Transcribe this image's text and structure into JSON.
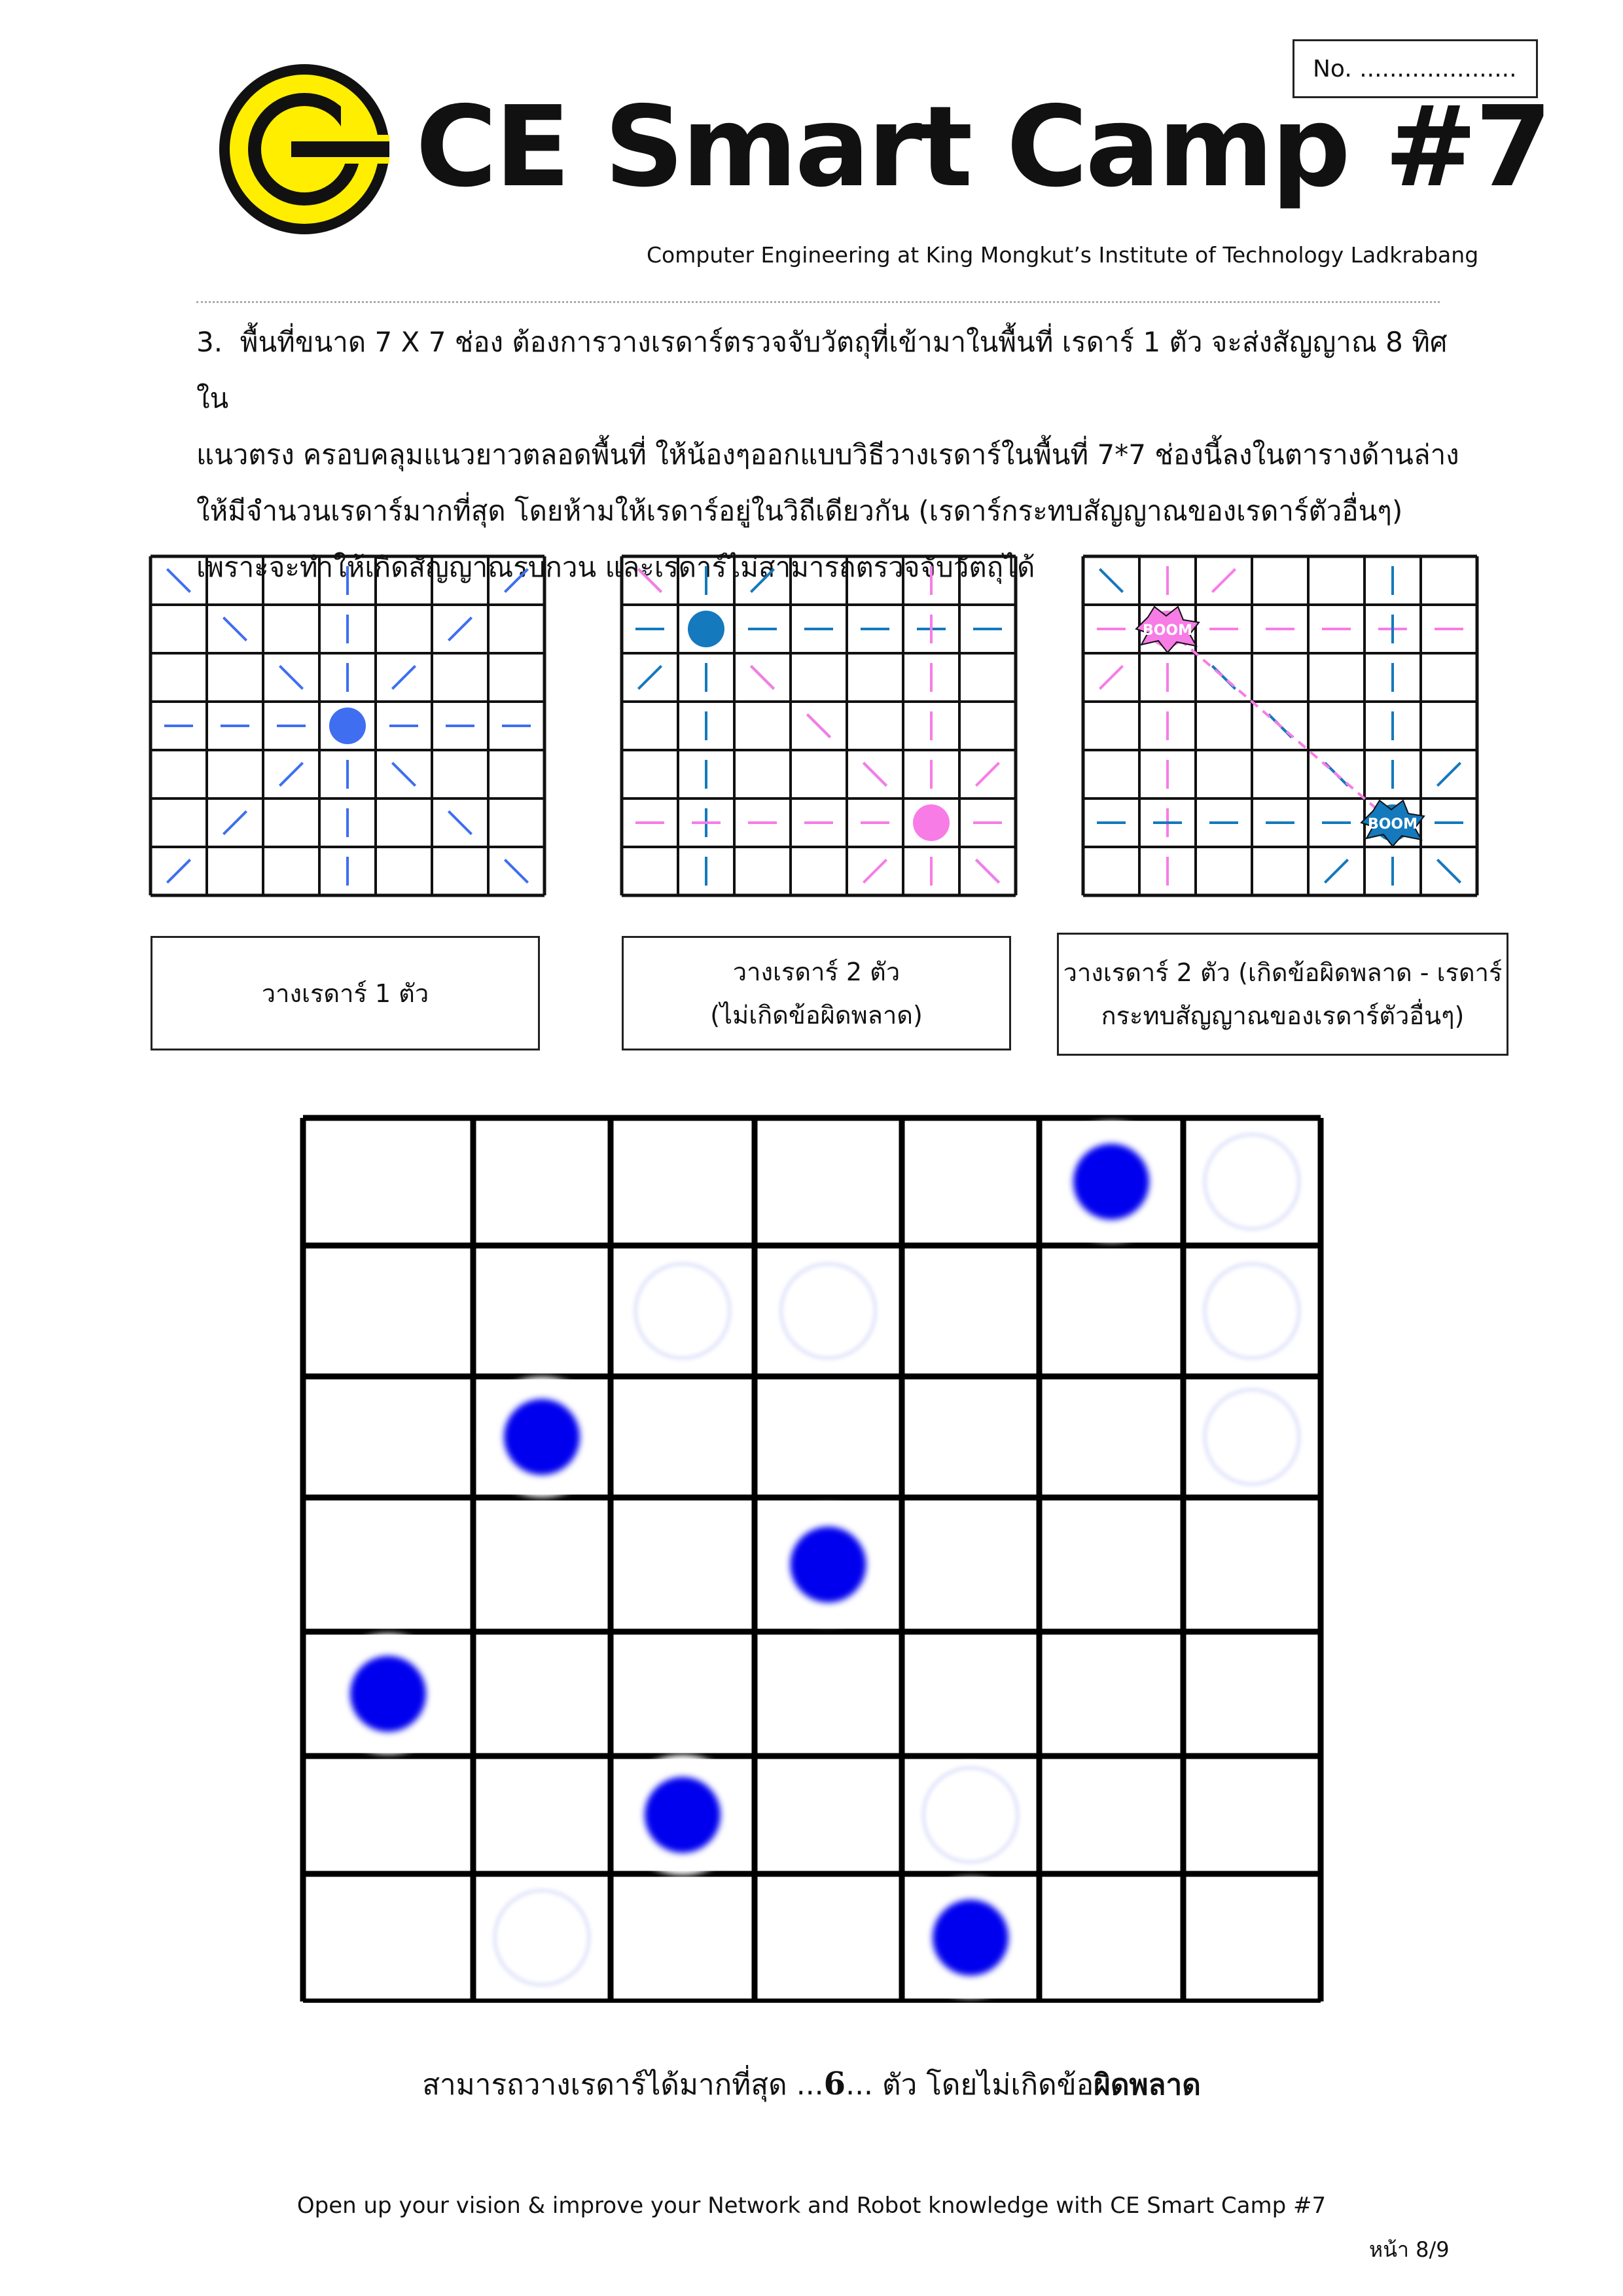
{
  "header": {
    "no_label": "No.  .....................",
    "title": "CE Smart Camp #7",
    "subtitle": "Computer Engineering at King Mongkut’s Institute of Technology Ladkrabang",
    "logo_letter": "G",
    "logo_colors": {
      "fill": "#ffee00",
      "ring": "#111111"
    }
  },
  "question": {
    "number": "3.",
    "lines": [
      "พื้นที่ขนาด 7 X 7 ช่อง ต้องการวางเรดาร์ตรวจจับวัตถุที่เข้ามาในพื้นที่ เรดาร์ 1 ตัว จะส่งสัญญาณ 8 ทิศใน",
      "แนวตรง ครอบคลุมแนวยาวตลอดพื้นที่ ให้น้องๆออกแบบวิธีวางเรดาร์ในพื้นที่ 7*7 ช่องนี้ลงในตารางด้านล่าง",
      "ให้มีจำนวนเรดาร์มากที่สุด โดยห้ามให้เรดาร์อยู่ในวิถีเดียวกัน (เรดาร์กระทบสัญญาณของเรดาร์ตัวอื่นๆ)",
      "เพราะจะทำให้เกิดสัญญาณรบกวน และเรดาร์ไม่สามารถตรวจจับวัตถุได้"
    ]
  },
  "examples": [
    {
      "caption_lines": [
        "วางเรดาร์ 1 ตัว"
      ],
      "radars": [
        {
          "row": 3,
          "col": 3,
          "color": "#3f6ff0"
        }
      ],
      "collision_label": ""
    },
    {
      "caption_lines": [
        "วางเรดาร์ 2 ตัว",
        "(ไม่เกิดข้อผิดพลาด)"
      ],
      "radars": [
        {
          "row": 1,
          "col": 1,
          "color": "#1479bd"
        },
        {
          "row": 5,
          "col": 5,
          "color": "#f77ce6"
        }
      ],
      "collision_label": ""
    },
    {
      "caption_lines": [
        "วางเรดาร์ 2 ตัว (เกิดข้อผิดพลาด - เรดาร์",
        "กระทบสัญญาณของเรดาร์ตัวอื่นๆ)"
      ],
      "radars": [
        {
          "row": 1,
          "col": 1,
          "color": "#f77ce6"
        },
        {
          "row": 5,
          "col": 5,
          "color": "#1479bd"
        }
      ],
      "collision_label": "BOOM"
    }
  ],
  "answer_grid": {
    "size": 7,
    "radars": [
      {
        "row": 0,
        "col": 5
      },
      {
        "row": 2,
        "col": 1
      },
      {
        "row": 3,
        "col": 3
      },
      {
        "row": 4,
        "col": 0
      },
      {
        "row": 5,
        "col": 2
      },
      {
        "row": 6,
        "col": 4
      }
    ],
    "erased_marks": [
      {
        "row": 0,
        "col": 6
      },
      {
        "row": 1,
        "col": 2
      },
      {
        "row": 1,
        "col": 3
      },
      {
        "row": 1,
        "col": 6
      },
      {
        "row": 2,
        "col": 6
      },
      {
        "row": 5,
        "col": 4
      },
      {
        "row": 6,
        "col": 1
      }
    ],
    "radar_color": "#0000ee"
  },
  "answer": {
    "prefix": "สามารถวางเรดาร์ได้มากที่สุด ...",
    "value": "6",
    "middle": "... ตัว โดยไม่เกิดข้อ",
    "bold_suffix": "ผิดพลาด"
  },
  "footer": {
    "text": "Open up your vision & improve your Network and Robot knowledge with CE Smart Camp #7",
    "page": "หน้า 8/9"
  }
}
